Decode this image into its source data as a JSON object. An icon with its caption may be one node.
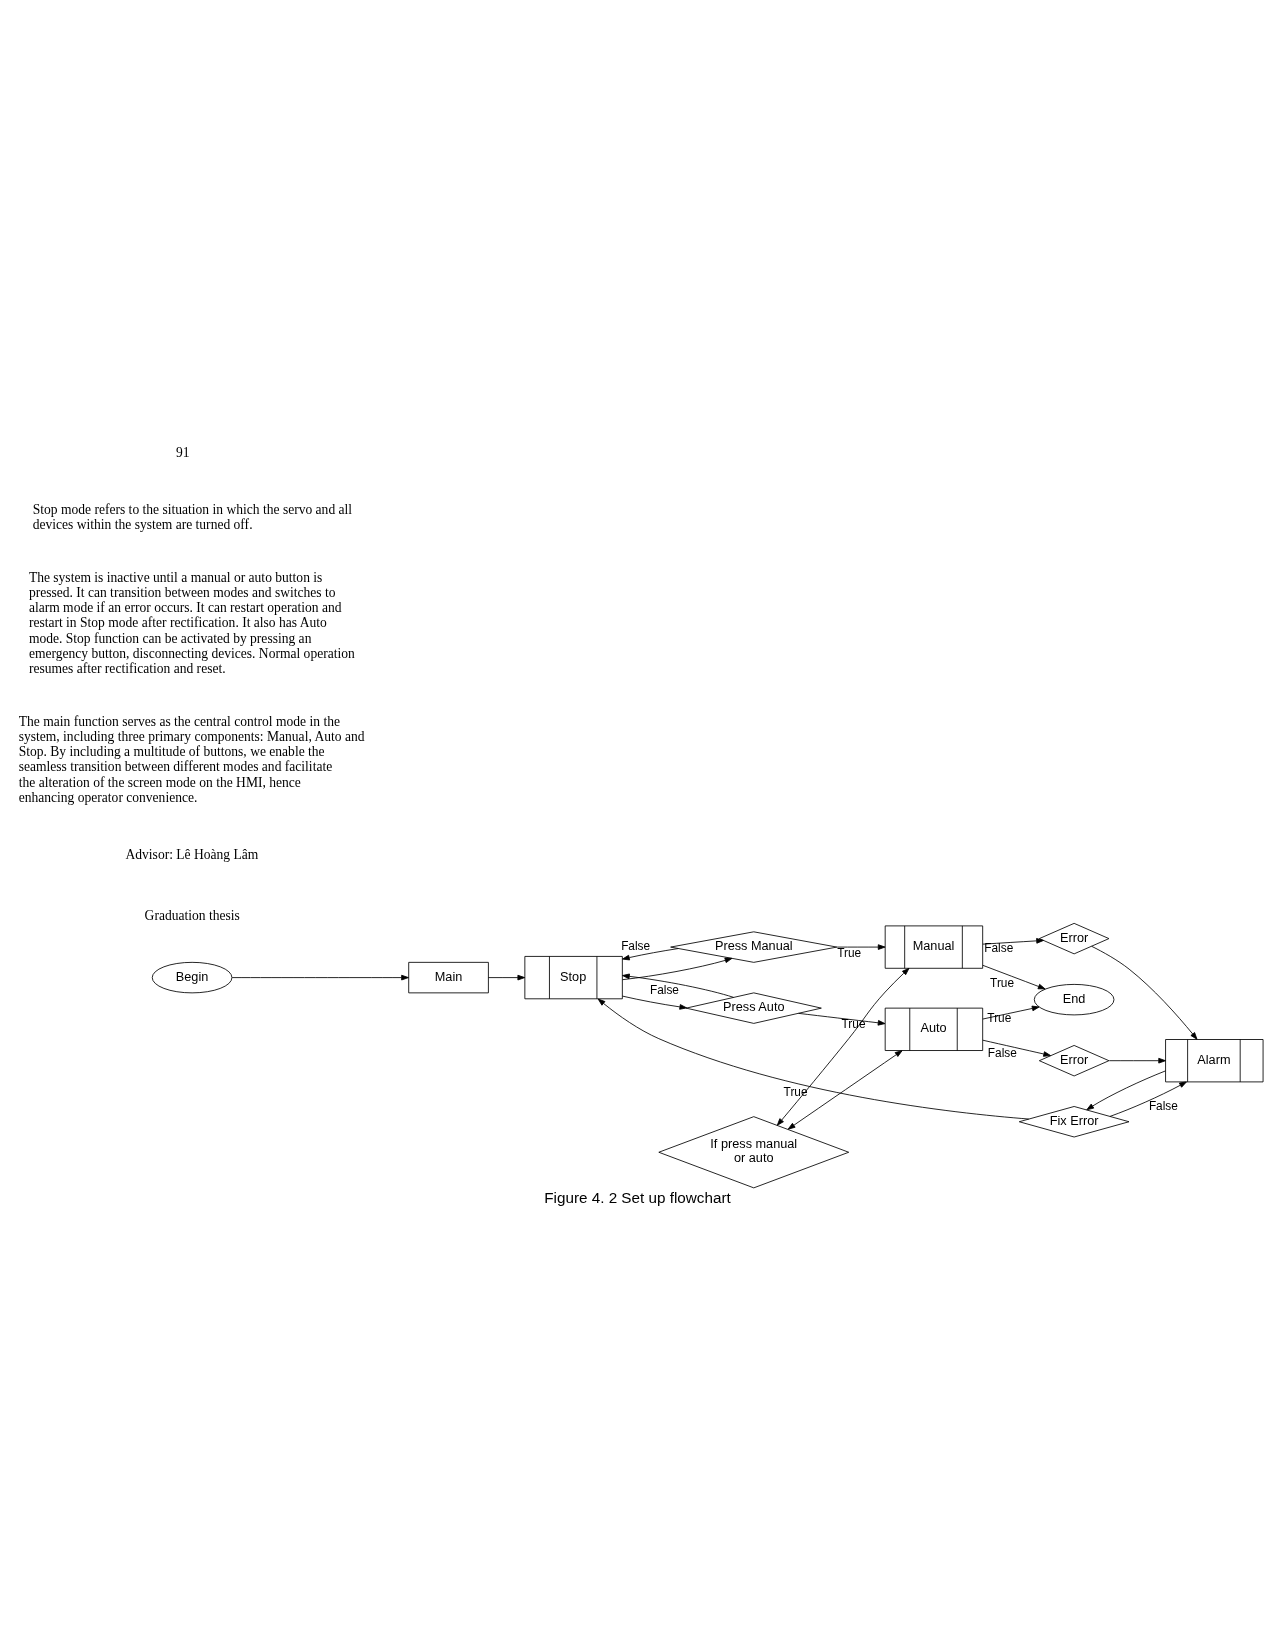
{
  "diagram": {
    "caption": "Figure 4. 2 Set up flowchart",
    "nodes": [
      {
        "text": [
          "Press Manual"
        ]
      },
      {
        "text": [
          "Manual"
        ]
      },
      {
        "text": [
          "Error"
        ]
      },
      {
        "text": [
          "Begin"
        ]
      },
      {
        "text": [
          "Main"
        ]
      },
      {
        "text": [
          "Stop"
        ]
      },
      {
        "text": [
          "If press manual or auto"
        ]
      },
      {
        "text": [
          "Fix Error"
        ]
      },
      {
        "text": [
          "Alarm"
        ]
      },
      {
        "text": [
          "End"
        ]
      },
      {
        "text": [
          "Press Auto"
        ]
      },
      {
        "text": [
          "Auto"
        ]
      },
      {
        "text": [
          "Error"
        ]
      }
    ],
    "edges": [
      {
        "from": 3,
        "to": 4,
        "arrow": "to"
      },
      {
        "from": 4,
        "to": 5,
        "arrow": "to"
      },
      {
        "from": 5,
        "to": 0,
        "arrow": "to"
      },
      {
        "from": 5,
        "to": 10,
        "arrow": "to"
      },
      {
        "from": 0,
        "to": 1,
        "arrow": "to",
        "label": "True"
      },
      {
        "from": 0,
        "to": 5,
        "arrow": "to",
        "label": "False"
      },
      {
        "from": 10,
        "to": 11,
        "arrow": "to",
        "label": "True"
      },
      {
        "from": 10,
        "to": 5,
        "arrow": "to",
        "label": "False"
      },
      {
        "from": 1,
        "to": 9,
        "arrow": "to",
        "label": "True"
      },
      {
        "from": 1,
        "to": 2,
        "arrow": "to",
        "label": "False"
      },
      {
        "from": 1,
        "to": 6,
        "arrow": "both"
      },
      {
        "from": 6,
        "to": 11,
        "arrow": "both"
      },
      {
        "from": 11,
        "to": 12,
        "arrow": "to",
        "label": "False"
      },
      {
        "from": 11,
        "to": 9,
        "arrow": "to",
        "label": "True"
      },
      {
        "from": 2,
        "to": 8,
        "arrow": "to"
      },
      {
        "from": 12,
        "to": 8,
        "arrow": "to"
      },
      {
        "from": 8,
        "to": 7,
        "arrow": "to"
      },
      {
        "from": 7,
        "to": 8,
        "arrow": "to",
        "label": "False"
      },
      {
        "from": 7,
        "to": 5,
        "arrow": "to",
        "label": "True"
      }
    ],
    "labels": [
      "Graduation thesis",
      "Advisor: Lê Hoàng Lâm",
      "The main function serves as the central control mode in the system, including three primary components: Manual, Auto and Stop. By including a multitude of buttons, we enable the seamless transition between different modes and facilitate the alteration of the screen mode on the HMI, hence enhancing operator convenience.",
      "The system is inactive until a manual or auto button is pressed. It can transition between modes and switches to alarm mode if an error occurs. It can restart operation and restart in Stop mode after rectification. It also has Auto mode. Stop function can be activated by pressing an emergency button, disconnecting devices. Normal operation resumes after rectification and reset.",
      "Stop mode refers to the situation in which the servo and all devices within the system are turned off.",
      "91"
    ]
  }
}
